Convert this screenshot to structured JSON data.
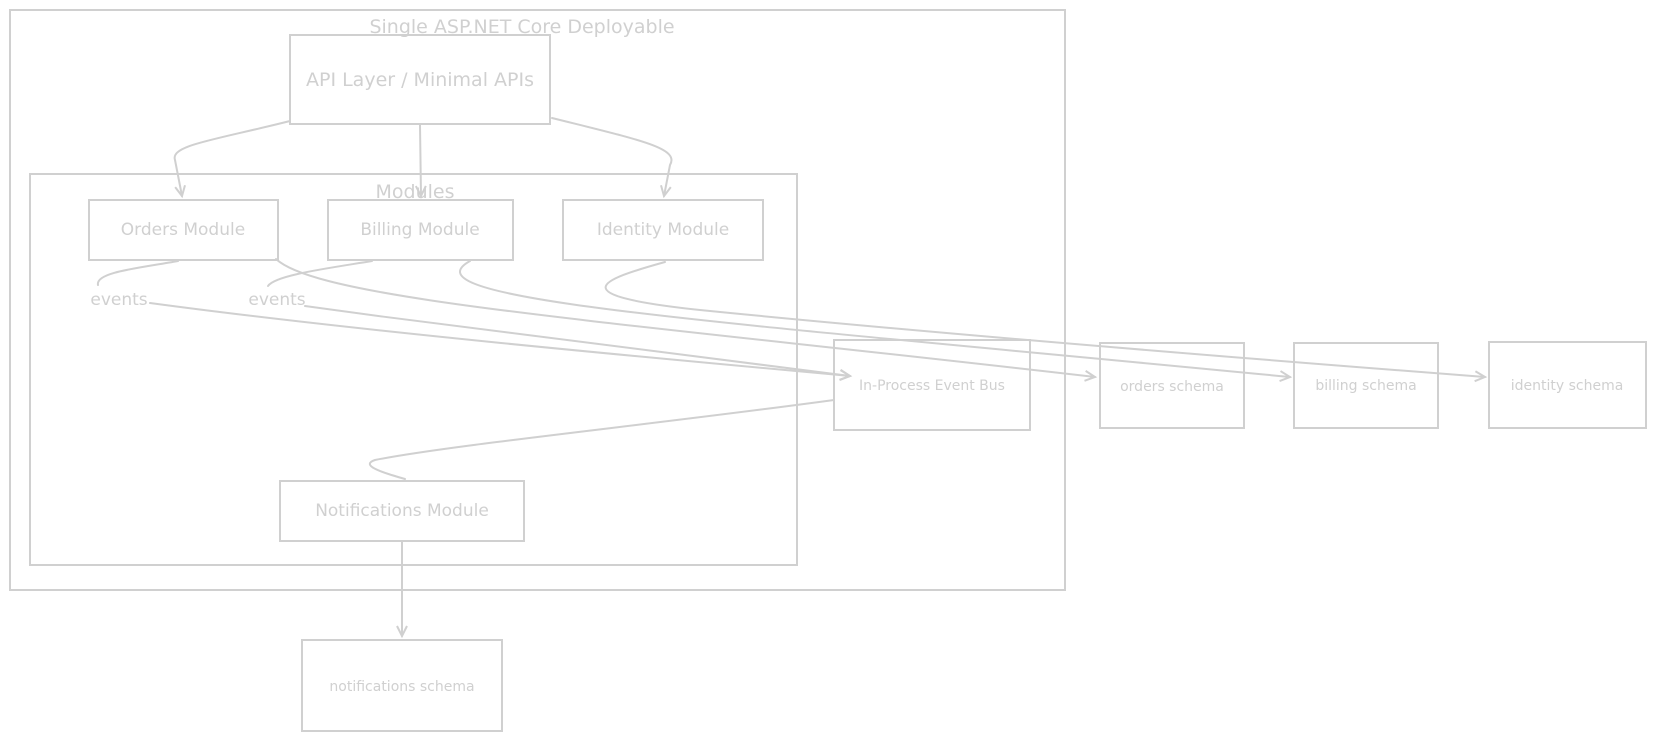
{
  "groups": {
    "deployable": "Single ASP.NET Core Deployable",
    "modules": "Modules"
  },
  "nodes": {
    "api_layer": "API Layer / Minimal APIs",
    "orders_module": "Orders Module",
    "billing_module": "Billing Module",
    "identity_module": "Identity Module",
    "notifications_module": "Notifications Module",
    "event_bus": "In-Process Event Bus",
    "orders_schema": "orders schema",
    "billing_schema": "billing schema",
    "identity_schema": "identity schema",
    "notifications_schema": "notifications schema"
  },
  "edge_labels": {
    "orders_events": "events",
    "billing_events": "events"
  },
  "colors": {
    "stroke": "#d0d0d0",
    "text": "#d0d0d0",
    "background": "#ffffff"
  }
}
